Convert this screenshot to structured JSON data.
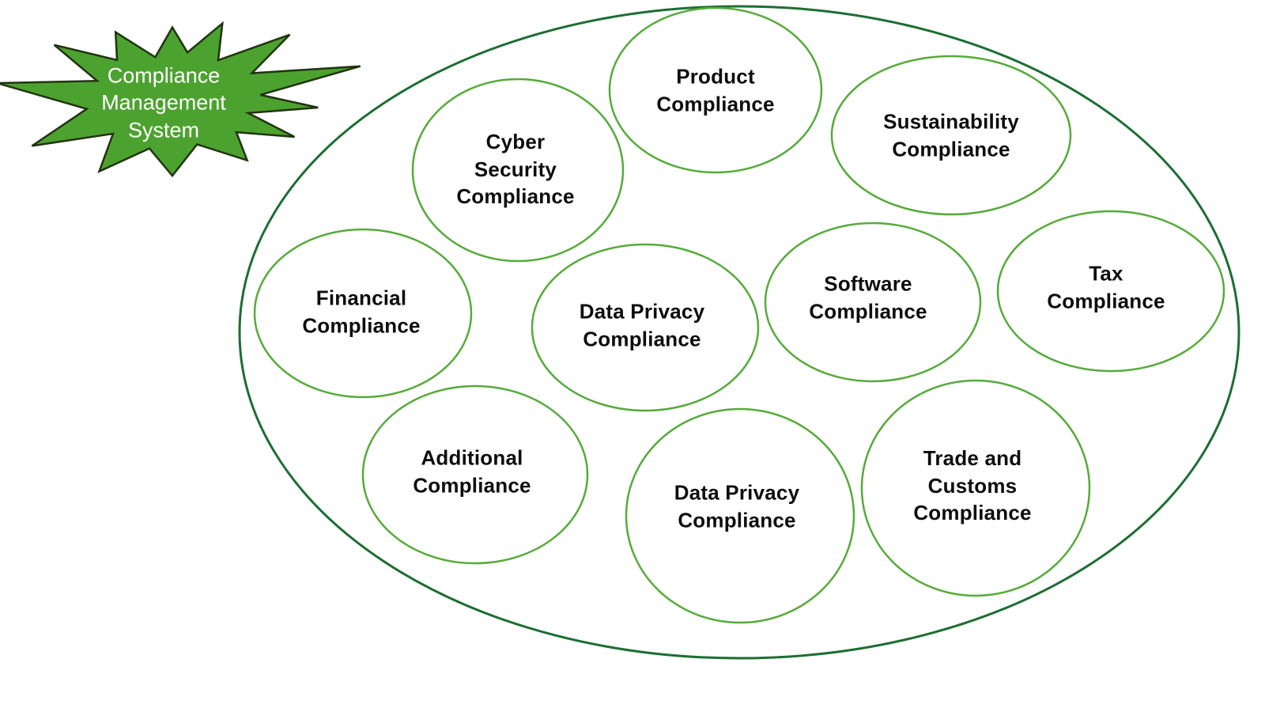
{
  "diagram": {
    "title": "Compliance Management System",
    "colors": {
      "outer_ellipse_stroke": "#1c6e33",
      "circle_stroke": "#56ab3b",
      "star_fill": "#4ca22f",
      "star_stroke": "#213310",
      "star_text": "#ffffff",
      "label_text": "#0d0d0d",
      "background": "#ffffff"
    },
    "star": {
      "label": [
        "Compliance",
        "Management",
        "System"
      ]
    },
    "nodes": [
      {
        "id": "product",
        "label": [
          "Product",
          "Compliance"
        ]
      },
      {
        "id": "sustainability",
        "label": [
          "Sustainability",
          "Compliance"
        ]
      },
      {
        "id": "cyber-security",
        "label": [
          "Cyber",
          "Security",
          "Compliance"
        ]
      },
      {
        "id": "financial",
        "label": [
          "Financial",
          "Compliance"
        ]
      },
      {
        "id": "data-privacy-center",
        "label": [
          "Data Privacy",
          "Compliance"
        ]
      },
      {
        "id": "software",
        "label": [
          "Software",
          "Compliance"
        ]
      },
      {
        "id": "tax",
        "label": [
          "Tax",
          "Compliance"
        ]
      },
      {
        "id": "additional",
        "label": [
          "Additional",
          "Compliance"
        ]
      },
      {
        "id": "data-privacy-bottom",
        "label": [
          "Data Privacy",
          "Compliance"
        ]
      },
      {
        "id": "trade-customs",
        "label": [
          "Trade and",
          "Customs",
          "Compliance"
        ]
      }
    ]
  }
}
